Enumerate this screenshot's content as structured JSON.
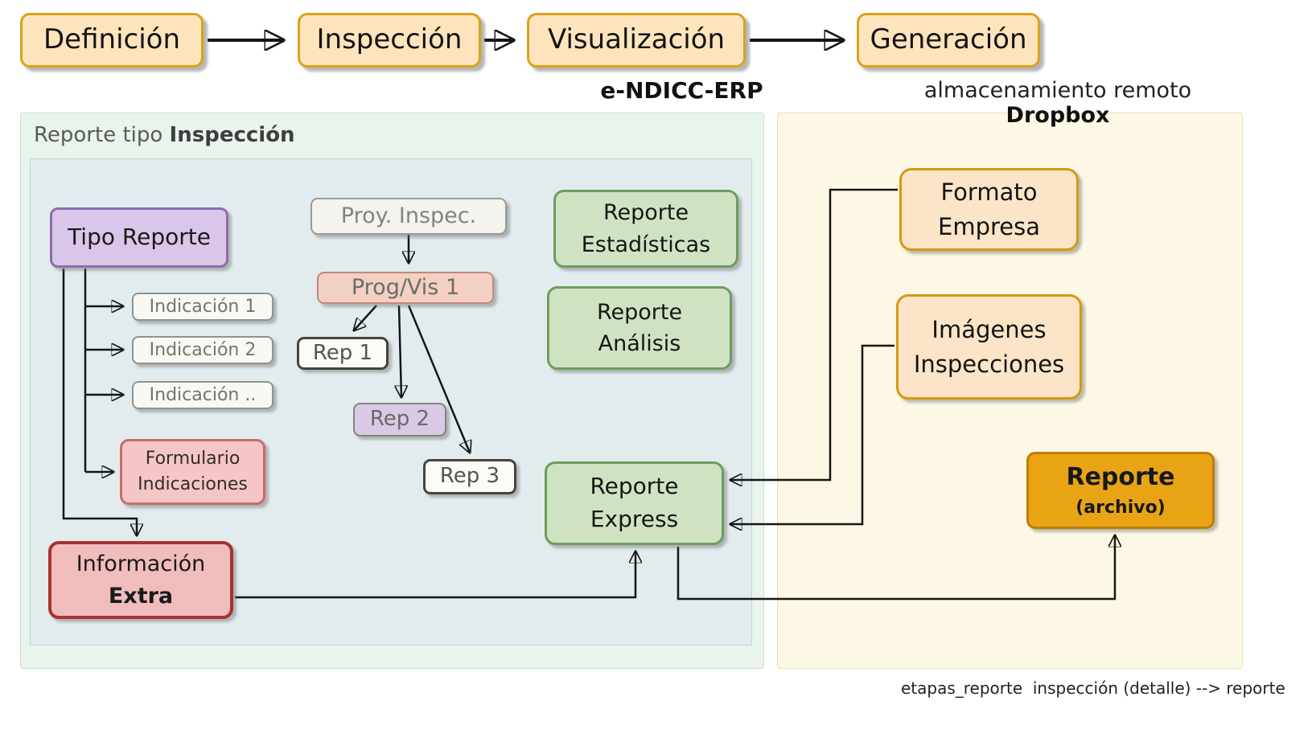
{
  "top_flow": {
    "stages": [
      "Definición",
      "Inspección",
      "Visualización",
      "Generación"
    ],
    "erp_label": "e-NDICC-ERP",
    "storage_prefix": "almacenamiento remoto ",
    "storage_bold": "Dropbox"
  },
  "inspection_panel": {
    "title_prefix": "Reporte tipo ",
    "title_bold": "Inspección",
    "tipo_reporte": "Tipo Reporte",
    "proy_inspec": "Proy. Inspec.",
    "prog_vis": "Prog/Vis 1",
    "indicacion_1": "Indicación 1",
    "indicacion_2": "Indicación 2",
    "indicacion_dots": "Indicación ..",
    "rep_1": "Rep 1",
    "rep_2": "Rep 2",
    "rep_3": "Rep 3",
    "formulario_line1": "Formulario",
    "formulario_line2": "Indicaciones",
    "informacion_line1": "Información",
    "informacion_line2": "Extra",
    "estadisticas_line1": "Reporte",
    "estadisticas_line2": "Estadísticas",
    "analisis_line1": "Reporte",
    "analisis_line2": "Análisis",
    "express_line1": "Reporte",
    "express_line2": "Express"
  },
  "storage_panel": {
    "formato_line1": "Formato",
    "formato_line2": "Empresa",
    "imagenes_line1": "Imágenes",
    "imagenes_line2": "Inspecciones",
    "archivo_line1": "Reporte",
    "archivo_line2": "(archivo)"
  },
  "caption": "etapas_reporte  inspección (detalle) --> reporte",
  "colors": {
    "stage_fill": "#fde4bd",
    "stage_border": "#d9a21b",
    "green_fill": "#cfe3c3",
    "green_border": "#6f9c5e",
    "purple_fill": "#dac6e8",
    "purple_border": "#8f6bb0",
    "pink_fill": "#f6c5c5",
    "pink_border": "#cc6a6a",
    "red_border": "#a83232",
    "orange_fill": "#e9a416",
    "orange_border": "#bf7d05",
    "left_panel_bg": "#e9f4ec",
    "inner_panel_bg": "#e2ecee",
    "right_panel_bg": "#fcf8e5"
  }
}
